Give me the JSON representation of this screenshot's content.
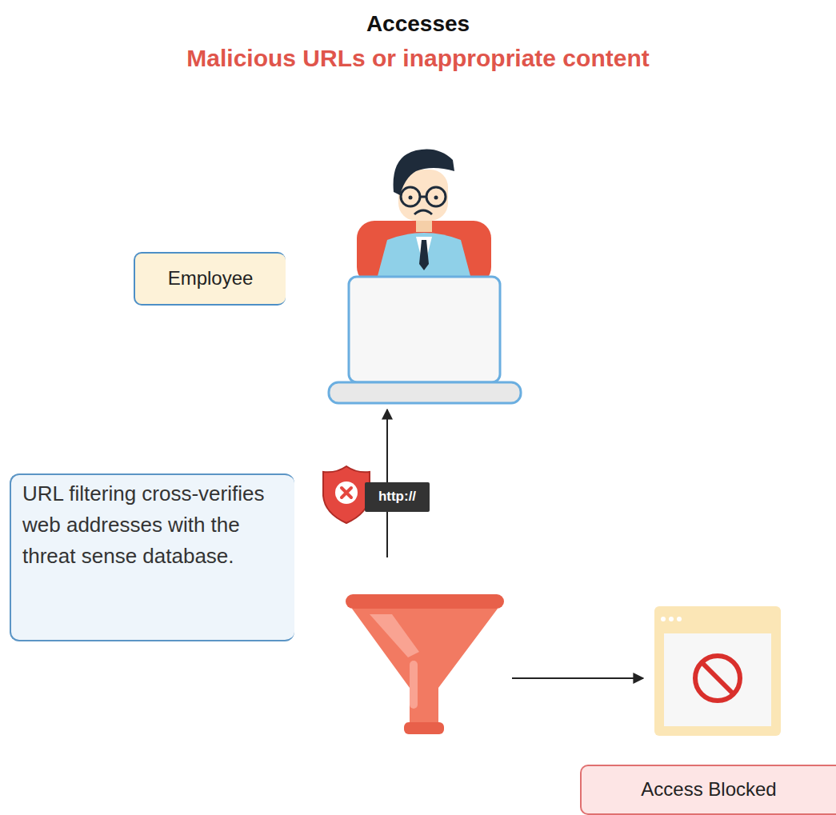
{
  "diagram": {
    "title": "Accesses",
    "nodes": [
      {
        "text": [
          "Employee"
        ]
      },
      {
        "text": [
          "http://"
        ]
      },
      {
        "text": [
          "URL filtering cross-verifies web addresses with the threat sense database."
        ]
      },
      {
        "text": [
          "Access Blocked"
        ]
      }
    ],
    "labels": [
      "Malicious URLs or inappropriate content"
    ]
  }
}
